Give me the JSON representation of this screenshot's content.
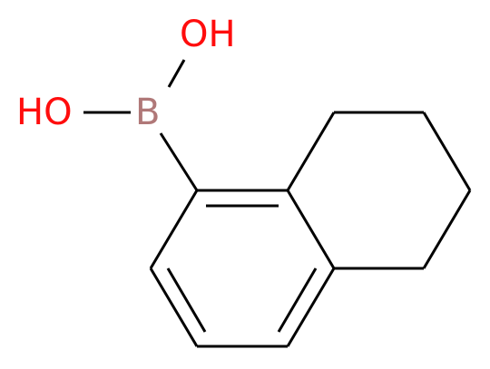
{
  "molecule": {
    "atoms": {
      "boron": "B",
      "oh_top": "OH",
      "oh_left": "HO"
    }
  },
  "colors": {
    "bond": "#000000",
    "boron": "#b07878",
    "oxygen": "#ff0d0d"
  }
}
